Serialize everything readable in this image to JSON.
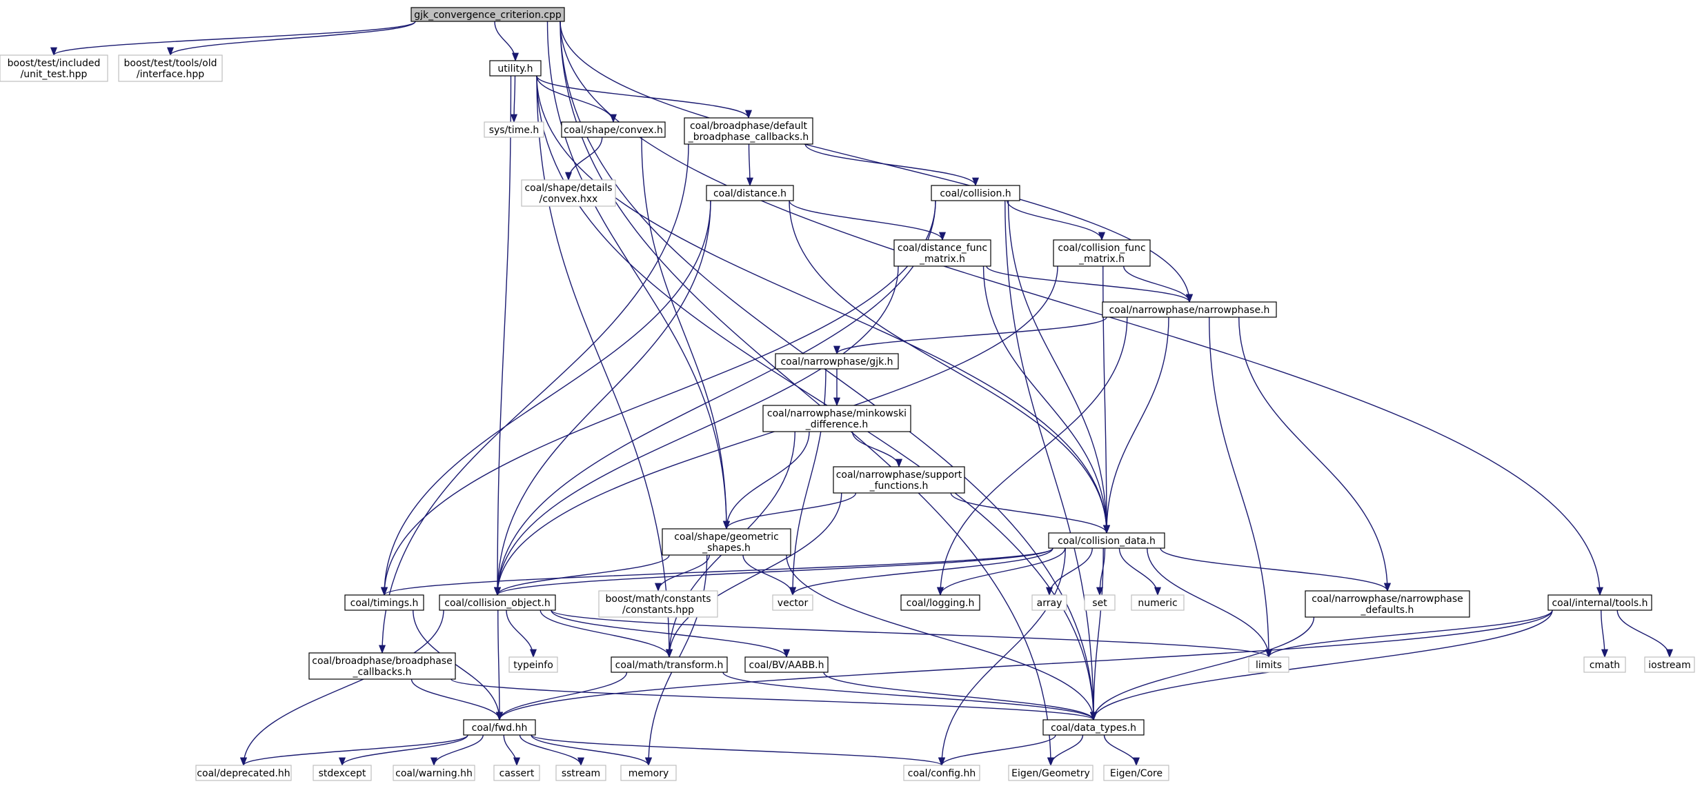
{
  "graph": {
    "edge_color": "#191970",
    "root_fill": "#bfbfbf",
    "external_border": "#bfbfbf",
    "nodes": [
      {
        "id": "root",
        "lines": [
          "gjk_convergence_criterion.cpp"
        ],
        "kind": "root"
      },
      {
        "id": "unit_test",
        "lines": [
          "boost/test/included",
          "/unit_test.hpp"
        ],
        "kind": "external"
      },
      {
        "id": "interface",
        "lines": [
          "boost/test/tools/old",
          "/interface.hpp"
        ],
        "kind": "external"
      },
      {
        "id": "utility",
        "lines": [
          "utility.h"
        ],
        "kind": "internal"
      },
      {
        "id": "sys_time",
        "lines": [
          "sys/time.h"
        ],
        "kind": "external"
      },
      {
        "id": "convex_h",
        "lines": [
          "coal/shape/convex.h"
        ],
        "kind": "internal"
      },
      {
        "id": "default_bp",
        "lines": [
          "coal/broadphase/default",
          "_broadphase_callbacks.h"
        ],
        "kind": "internal"
      },
      {
        "id": "convex_hxx",
        "lines": [
          "coal/shape/details",
          "/convex.hxx"
        ],
        "kind": "external"
      },
      {
        "id": "distance_h",
        "lines": [
          "coal/distance.h"
        ],
        "kind": "internal"
      },
      {
        "id": "collision_h",
        "lines": [
          "coal/collision.h"
        ],
        "kind": "internal"
      },
      {
        "id": "dist_func",
        "lines": [
          "coal/distance_func",
          "_matrix.h"
        ],
        "kind": "internal"
      },
      {
        "id": "coll_func",
        "lines": [
          "coal/collision_func",
          "_matrix.h"
        ],
        "kind": "internal"
      },
      {
        "id": "narrowphase",
        "lines": [
          "coal/narrowphase/narrowphase.h"
        ],
        "kind": "internal"
      },
      {
        "id": "gjk",
        "lines": [
          "coal/narrowphase/gjk.h"
        ],
        "kind": "internal"
      },
      {
        "id": "minkowski",
        "lines": [
          "coal/narrowphase/minkowski",
          "_difference.h"
        ],
        "kind": "internal"
      },
      {
        "id": "support",
        "lines": [
          "coal/narrowphase/support",
          "_functions.h"
        ],
        "kind": "internal"
      },
      {
        "id": "geometric",
        "lines": [
          "coal/shape/geometric",
          "_shapes.h"
        ],
        "kind": "internal"
      },
      {
        "id": "collision_data",
        "lines": [
          "coal/collision_data.h"
        ],
        "kind": "internal"
      },
      {
        "id": "timings",
        "lines": [
          "coal/timings.h"
        ],
        "kind": "internal"
      },
      {
        "id": "collision_object",
        "lines": [
          "coal/collision_object.h"
        ],
        "kind": "internal"
      },
      {
        "id": "boost_constants",
        "lines": [
          "boost/math/constants",
          "/constants.hpp"
        ],
        "kind": "external"
      },
      {
        "id": "vector",
        "lines": [
          "vector"
        ],
        "kind": "external"
      },
      {
        "id": "logging",
        "lines": [
          "coal/logging.h"
        ],
        "kind": "internal"
      },
      {
        "id": "array",
        "lines": [
          "array"
        ],
        "kind": "external"
      },
      {
        "id": "set",
        "lines": [
          "set"
        ],
        "kind": "external"
      },
      {
        "id": "numeric",
        "lines": [
          "numeric"
        ],
        "kind": "external"
      },
      {
        "id": "np_defaults",
        "lines": [
          "coal/narrowphase/narrowphase",
          "_defaults.h"
        ],
        "kind": "internal"
      },
      {
        "id": "internal_tools",
        "lines": [
          "coal/internal/tools.h"
        ],
        "kind": "internal"
      },
      {
        "id": "bp_callbacks",
        "lines": [
          "coal/broadphase/broadphase",
          "_callbacks.h"
        ],
        "kind": "internal"
      },
      {
        "id": "typeinfo",
        "lines": [
          "typeinfo"
        ],
        "kind": "external"
      },
      {
        "id": "transform",
        "lines": [
          "coal/math/transform.h"
        ],
        "kind": "internal"
      },
      {
        "id": "aabb",
        "lines": [
          "coal/BV/AABB.h"
        ],
        "kind": "internal"
      },
      {
        "id": "limits",
        "lines": [
          "limits"
        ],
        "kind": "external"
      },
      {
        "id": "cmath",
        "lines": [
          "cmath"
        ],
        "kind": "external"
      },
      {
        "id": "iostream",
        "lines": [
          "iostream"
        ],
        "kind": "external"
      },
      {
        "id": "fwd",
        "lines": [
          "coal/fwd.hh"
        ],
        "kind": "internal"
      },
      {
        "id": "data_types",
        "lines": [
          "coal/data_types.h"
        ],
        "kind": "internal"
      },
      {
        "id": "deprecated",
        "lines": [
          "coal/deprecated.hh"
        ],
        "kind": "external"
      },
      {
        "id": "stdexcept",
        "lines": [
          "stdexcept"
        ],
        "kind": "external"
      },
      {
        "id": "warning",
        "lines": [
          "coal/warning.hh"
        ],
        "kind": "external"
      },
      {
        "id": "cassert",
        "lines": [
          "cassert"
        ],
        "kind": "external"
      },
      {
        "id": "sstream",
        "lines": [
          "sstream"
        ],
        "kind": "external"
      },
      {
        "id": "memory",
        "lines": [
          "memory"
        ],
        "kind": "external"
      },
      {
        "id": "config",
        "lines": [
          "coal/config.hh"
        ],
        "kind": "external"
      },
      {
        "id": "eigen_geometry",
        "lines": [
          "Eigen/Geometry"
        ],
        "kind": "external"
      },
      {
        "id": "eigen_core",
        "lines": [
          "Eigen/Core"
        ],
        "kind": "external"
      }
    ],
    "edges": [
      [
        "root",
        "unit_test"
      ],
      [
        "root",
        "interface"
      ],
      [
        "root",
        "utility"
      ],
      [
        "root",
        "geometric"
      ],
      [
        "root",
        "narrowphase"
      ],
      [
        "root",
        "data_types"
      ],
      [
        "root",
        "internal_tools"
      ],
      [
        "root",
        "eigen_geometry"
      ],
      [
        "utility",
        "sys_time"
      ],
      [
        "utility",
        "convex_h"
      ],
      [
        "utility",
        "default_bp"
      ],
      [
        "utility",
        "collision_object"
      ],
      [
        "utility",
        "transform"
      ],
      [
        "utility",
        "collision_data"
      ],
      [
        "utility",
        "data_types"
      ],
      [
        "convex_h",
        "convex_hxx"
      ],
      [
        "convex_h",
        "geometric"
      ],
      [
        "default_bp",
        "distance_h"
      ],
      [
        "default_bp",
        "collision_h"
      ],
      [
        "default_bp",
        "bp_callbacks"
      ],
      [
        "distance_h",
        "dist_func"
      ],
      [
        "distance_h",
        "collision_object"
      ],
      [
        "distance_h",
        "timings"
      ],
      [
        "distance_h",
        "collision_data"
      ],
      [
        "collision_h",
        "coll_func"
      ],
      [
        "collision_h",
        "collision_object"
      ],
      [
        "collision_h",
        "timings"
      ],
      [
        "collision_h",
        "collision_data"
      ],
      [
        "collision_h",
        "data_types"
      ],
      [
        "dist_func",
        "narrowphase"
      ],
      [
        "dist_func",
        "collision_object"
      ],
      [
        "dist_func",
        "collision_data"
      ],
      [
        "coll_func",
        "narrowphase"
      ],
      [
        "coll_func",
        "collision_object"
      ],
      [
        "coll_func",
        "collision_data"
      ],
      [
        "narrowphase",
        "gjk"
      ],
      [
        "narrowphase",
        "collision_data"
      ],
      [
        "narrowphase",
        "logging"
      ],
      [
        "narrowphase",
        "limits"
      ],
      [
        "narrowphase",
        "np_defaults"
      ],
      [
        "gjk",
        "minkowski"
      ],
      [
        "gjk",
        "vector"
      ],
      [
        "minkowski",
        "support"
      ],
      [
        "minkowski",
        "geometric"
      ],
      [
        "minkowski",
        "transform"
      ],
      [
        "support",
        "geometric"
      ],
      [
        "support",
        "collision_data"
      ],
      [
        "support",
        "transform"
      ],
      [
        "geometric",
        "collision_object"
      ],
      [
        "geometric",
        "boost_constants"
      ],
      [
        "geometric",
        "vector"
      ],
      [
        "geometric",
        "memory"
      ],
      [
        "geometric",
        "data_types"
      ],
      [
        "collision_data",
        "collision_object"
      ],
      [
        "collision_data",
        "timings"
      ],
      [
        "collision_data",
        "vector"
      ],
      [
        "collision_data",
        "logging"
      ],
      [
        "collision_data",
        "array"
      ],
      [
        "collision_data",
        "set"
      ],
      [
        "collision_data",
        "numeric"
      ],
      [
        "collision_data",
        "np_defaults"
      ],
      [
        "collision_data",
        "limits"
      ],
      [
        "collision_data",
        "data_types"
      ],
      [
        "collision_data",
        "config"
      ],
      [
        "timings",
        "fwd"
      ],
      [
        "collision_object",
        "deprecated"
      ],
      [
        "collision_object",
        "typeinfo"
      ],
      [
        "collision_object",
        "transform"
      ],
      [
        "collision_object",
        "aabb"
      ],
      [
        "collision_object",
        "fwd"
      ],
      [
        "collision_object",
        "limits"
      ],
      [
        "np_defaults",
        "data_types"
      ],
      [
        "internal_tools",
        "limits"
      ],
      [
        "internal_tools",
        "cmath"
      ],
      [
        "internal_tools",
        "iostream"
      ],
      [
        "internal_tools",
        "data_types"
      ],
      [
        "internal_tools",
        "fwd"
      ],
      [
        "bp_callbacks",
        "fwd"
      ],
      [
        "bp_callbacks",
        "data_types"
      ],
      [
        "transform",
        "fwd"
      ],
      [
        "transform",
        "data_types"
      ],
      [
        "aabb",
        "data_types"
      ],
      [
        "fwd",
        "deprecated"
      ],
      [
        "fwd",
        "stdexcept"
      ],
      [
        "fwd",
        "warning"
      ],
      [
        "fwd",
        "cassert"
      ],
      [
        "fwd",
        "sstream"
      ],
      [
        "fwd",
        "memory"
      ],
      [
        "fwd",
        "config"
      ],
      [
        "data_types",
        "config"
      ],
      [
        "data_types",
        "eigen_geometry"
      ],
      [
        "data_types",
        "eigen_core"
      ]
    ]
  }
}
